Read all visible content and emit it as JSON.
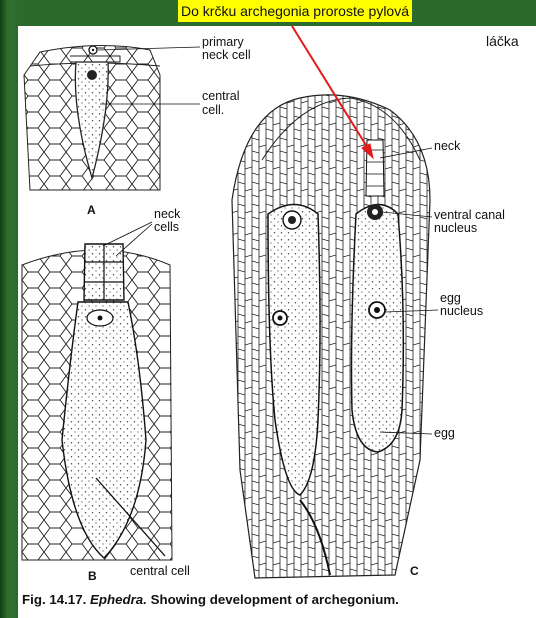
{
  "annotation": {
    "line1": "Do krčku archegonia proroste pylová",
    "line2": "láčka",
    "arrow_color": "#e31a1c",
    "highlight_color": "#ffff00"
  },
  "figure": {
    "panel_a": {
      "letter": "A",
      "label_primary_1": "primary",
      "label_primary_2": "neck cell",
      "label_central_1": "central",
      "label_central_2": "cell."
    },
    "panel_b": {
      "letter": "B",
      "label_neck_1": "neck",
      "label_neck_2": "cells",
      "label_central": "central cell"
    },
    "panel_c": {
      "letter": "C",
      "label_neck": "neck",
      "label_ventral_1": "ventral canal",
      "label_ventral_2": "nucleus",
      "label_egg_nucleus_1": "egg",
      "label_egg_nucleus_2": "nucleus",
      "label_egg": "egg"
    },
    "caption_prefix": "Fig. 14.17.",
    "caption_genus": "Ephedra.",
    "caption_rest": "Showing development of archegonium."
  }
}
